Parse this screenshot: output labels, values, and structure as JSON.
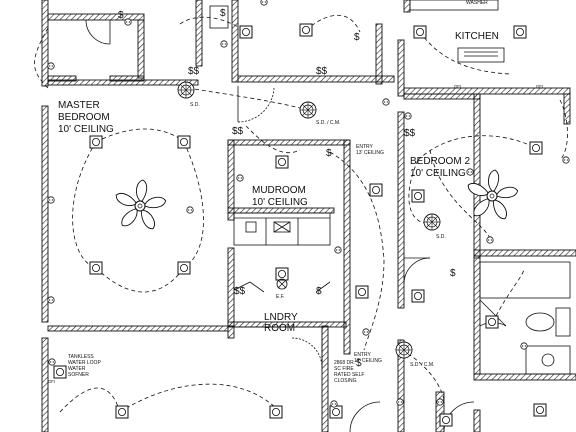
{
  "rooms": {
    "kitchen": "KITCHEN",
    "master_line1": "MASTER",
    "master_line2": "BEDROOM",
    "master_line3": "10' CEILING",
    "bedroom2_line1": "BEDROOM 2",
    "bedroom2_line2": "10' CEILING",
    "mudroom_line1": "MUDROOM",
    "mudroom_line2": "10' CEILING",
    "laundry_line1": "LNDRY",
    "laundry_line2": "ROOM"
  },
  "notes": {
    "washer": "WASHER",
    "entry_upper_1": "ENTRY",
    "entry_upper_2": "13' CEILING",
    "entry_lower_1": "ENTRY",
    "entry_lower_2": "12' CEILING",
    "door_note_1": "2868 DR.",
    "door_note_2": "SC FIRE",
    "door_note_3": "RATED SELF",
    "door_note_4": "CLOSING",
    "tankless_1": "TANKLESS",
    "tankless_2": "WATER LOOP",
    "tankless_3": "WATER",
    "tankless_4": "SOFNER"
  },
  "symbols": {
    "sd": "S.D.",
    "sdcm": "S.D. / C.M.",
    "ef": "E.F.",
    "gfi": "GFI",
    "switch_double": "$$",
    "switch_single": "$"
  }
}
